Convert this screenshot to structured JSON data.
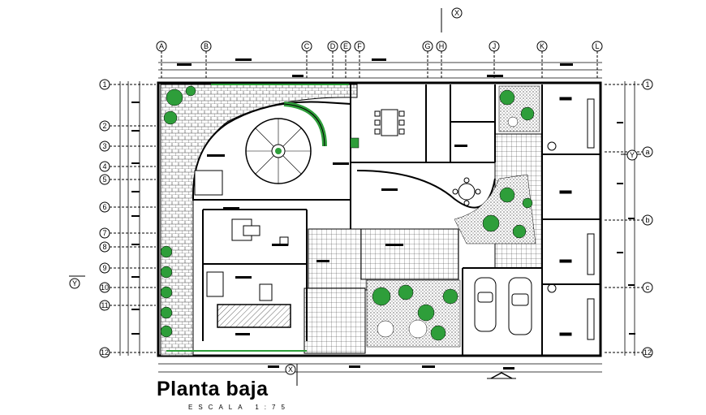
{
  "title": "Planta baja",
  "scale": "ESCALA 1:75",
  "grid_columns": [
    "A",
    "B",
    "C",
    "D",
    "E",
    "F",
    "G",
    "H",
    "J",
    "K",
    "L"
  ],
  "grid_rows": [
    "1",
    "2",
    "3",
    "4",
    "5",
    "6",
    "7",
    "8",
    "9",
    "10",
    "11",
    "12"
  ],
  "secondary_rows": [
    "1",
    "a",
    "b",
    "c",
    "12"
  ],
  "section_marks": [
    "X",
    "X",
    "Y",
    "Y"
  ],
  "colors": {
    "line": "#000000",
    "hatch": "#555555",
    "vegetation": "#2e9e3a"
  }
}
